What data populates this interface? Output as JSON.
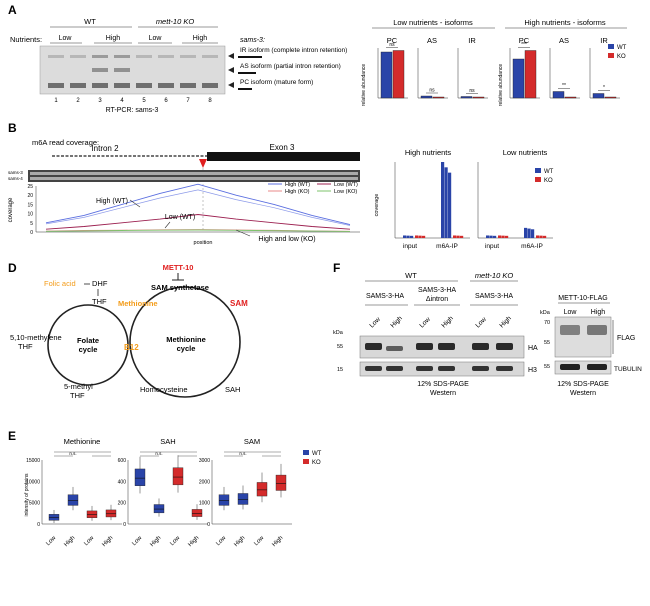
{
  "panels": {
    "A": {
      "letter": "A",
      "gel": {
        "nutrients_label": "Nutrients:",
        "groups": [
          {
            "name": "WT"
          },
          {
            "name": "mett-10 KO"
          }
        ],
        "conditions": [
          "Low",
          "High",
          "Low",
          "High"
        ],
        "lanes": [
          "1",
          "2",
          "3",
          "4",
          "5",
          "6",
          "7",
          "8"
        ],
        "caption": "RT-PCR: sams-3",
        "gene_label": "sams-3:",
        "isoforms": [
          "IR isoform (complete intron retention)",
          "AS isoform (partial intron retention)",
          "PC isoform (mature form)"
        ]
      },
      "charts": [
        {
          "title": "Low nutrients - isoforms"
        },
        {
          "title": "High nutrients - isoforms"
        }
      ],
      "subcharts": [
        "PC",
        "AS",
        "IR"
      ],
      "ylabel": "relative abundance",
      "stars": [
        "***",
        "**",
        "*"
      ],
      "ns": "ns",
      "legend": [
        "WT",
        "KO"
      ]
    },
    "B": {
      "letter": "B",
      "title": "m6A read coverage:",
      "intron": "Intron 2",
      "exon": "Exon 3",
      "seq_labels": [
        "sams-3",
        "sams-4"
      ],
      "ylabel": "coverage",
      "xlabel": "position",
      "yticks": [
        "25",
        "20",
        "15",
        "10",
        "5",
        "0"
      ],
      "legend": [
        "High (WT)",
        "High (KO)",
        "Low (WT)",
        "Low (KO)"
      ],
      "annotations": [
        "High (WT)",
        "Low (WT)",
        "High and low (KO)"
      ],
      "bar_charts": [
        {
          "title": "High nutrients"
        },
        {
          "title": "Low nutrients"
        }
      ],
      "bar_ylabel": "coverage",
      "bar_x": [
        "input",
        "m6A-IP"
      ],
      "bar_legend": [
        "WT",
        "KO"
      ]
    },
    "D": {
      "letter": "D",
      "folic": "Folic acid",
      "dhf": "DHF",
      "thf": "THF",
      "methylene": [
        "5,10-methylene",
        "THF"
      ],
      "methyl": [
        "5-methyl",
        "THF"
      ],
      "folate": [
        "Folate",
        "cycle"
      ],
      "b12": "B12",
      "methionine": "Methionine",
      "homocysteine": "Homocysteine",
      "cycle": [
        "Methionine",
        "cycle"
      ],
      "mett10": "METT-10",
      "sam_synth": "SAM synthetase",
      "sam": "SAM",
      "sah": "SAH"
    },
    "E": {
      "letter": "E",
      "charts": [
        {
          "title": "Methionine",
          "yticks": [
            "15000",
            "10000",
            "5000",
            "0"
          ]
        },
        {
          "title": "SAH",
          "yticks": [
            "600",
            "400",
            "200",
            "0"
          ]
        },
        {
          "title": "SAM",
          "yticks": [
            "3000",
            "2000",
            "1000",
            "0"
          ]
        }
      ],
      "ylabel": "intensity of proteins",
      "xcats": [
        "Low",
        "High",
        "Low",
        "High"
      ],
      "ns": "n.s.",
      "legend": [
        "WT",
        "KO"
      ]
    },
    "F": {
      "letter": "F",
      "groups": [
        "WT",
        "mett-10 KO"
      ],
      "constructs": [
        [
          "SAMS-3-HA"
        ],
        [
          "SAMS-3-HA",
          "Δintron"
        ],
        [
          "SAMS-3-HA"
        ]
      ],
      "conditions": [
        "Low",
        "High",
        "Low",
        "High",
        "Low",
        "High"
      ],
      "kda": "kDa",
      "markers_left": [
        "55",
        "15"
      ],
      "band_labels": [
        "HA",
        "H3"
      ],
      "caption": [
        "12% SDS-PAGE",
        "Western"
      ],
      "right_title": "METT-10-FLAG",
      "right_conditions": [
        "Low",
        "High"
      ],
      "markers_right": [
        "70",
        "55",
        "55"
      ],
      "right_band_labels": [
        "FLAG",
        "TUBULIN"
      ],
      "right_caption": [
        "12% SDS-PAGE",
        "Western"
      ]
    }
  },
  "colors": {
    "wt": "#2a44a8",
    "ko": "#d42b2b",
    "highlight": "#f39c1a",
    "red": "#e02020"
  },
  "chart_data": [
    {
      "type": "bar",
      "title": "Low nutrients - isoforms",
      "categories": [
        "PC",
        "AS",
        "IR"
      ],
      "series": [
        {
          "name": "WT",
          "values": [
            0.92,
            0.04,
            0.03
          ]
        },
        {
          "name": "KO",
          "values": [
            0.95,
            0.02,
            0.02
          ]
        }
      ],
      "ylim": [
        0,
        1
      ]
    },
    {
      "type": "bar",
      "title": "High nutrients - isoforms",
      "categories": [
        "PC",
        "AS",
        "IR"
      ],
      "series": [
        {
          "name": "WT",
          "values": [
            0.78,
            0.13,
            0.09
          ]
        },
        {
          "name": "KO",
          "values": [
            0.95,
            0.02,
            0.02
          ]
        }
      ],
      "ylim": [
        0,
        1
      ]
    },
    {
      "type": "line",
      "title": "m6A read coverage",
      "xlabel": "position",
      "ylabel": "coverage",
      "ylim": [
        0,
        25
      ],
      "series": [
        {
          "name": "High (WT)",
          "values": [
            5,
            9,
            15,
            21,
            26,
            20,
            15,
            9,
            4
          ]
        },
        {
          "name": "High (KO)",
          "values": [
            0.5,
            0.8,
            1,
            1.2,
            1.3,
            1.1,
            0.9,
            0.6,
            0.4
          ]
        },
        {
          "name": "Low (WT)",
          "values": [
            1.5,
            3,
            5,
            7,
            9.5,
            7,
            5,
            3,
            1.5
          ]
        },
        {
          "name": "Low (KO)",
          "values": [
            0.4,
            0.6,
            0.8,
            1,
            1.1,
            0.9,
            0.7,
            0.5,
            0.3
          ]
        }
      ]
    },
    {
      "type": "bar",
      "title": "High nutrients",
      "categories": [
        "input",
        "m6A-IP"
      ],
      "ylim": [
        0,
        30
      ],
      "series": [
        {
          "name": "WT",
          "values": [
            1,
            30
          ]
        },
        {
          "name": "KO",
          "values": [
            1,
            1
          ]
        }
      ]
    },
    {
      "type": "bar",
      "title": "Low nutrients",
      "categories": [
        "input",
        "m6A-IP"
      ],
      "ylim": [
        0,
        30
      ],
      "series": [
        {
          "name": "WT",
          "values": [
            1,
            4
          ]
        },
        {
          "name": "KO",
          "values": [
            1,
            1
          ]
        }
      ]
    },
    {
      "type": "box",
      "title": "Methionine",
      "categories": [
        "Low",
        "High",
        "Low",
        "High"
      ],
      "ylim": [
        0,
        15000
      ],
      "series": [
        {
          "name": "WT",
          "medians": [
            1500,
            5500
          ]
        },
        {
          "name": "KO",
          "medians": [
            2200,
            2400
          ]
        }
      ]
    },
    {
      "type": "box",
      "title": "SAH",
      "categories": [
        "Low",
        "High",
        "Low",
        "High"
      ],
      "ylim": [
        0,
        600
      ],
      "series": [
        {
          "name": "WT",
          "medians": [
            430,
            140
          ]
        },
        {
          "name": "KO",
          "medians": [
            440,
            100
          ]
        }
      ]
    },
    {
      "type": "box",
      "title": "SAM",
      "categories": [
        "Low",
        "High",
        "Low",
        "High"
      ],
      "ylim": [
        0,
        3000
      ],
      "series": [
        {
          "name": "WT",
          "medians": [
            1100,
            1150
          ]
        },
        {
          "name": "KO",
          "medians": [
            1600,
            1900
          ]
        }
      ]
    }
  ]
}
